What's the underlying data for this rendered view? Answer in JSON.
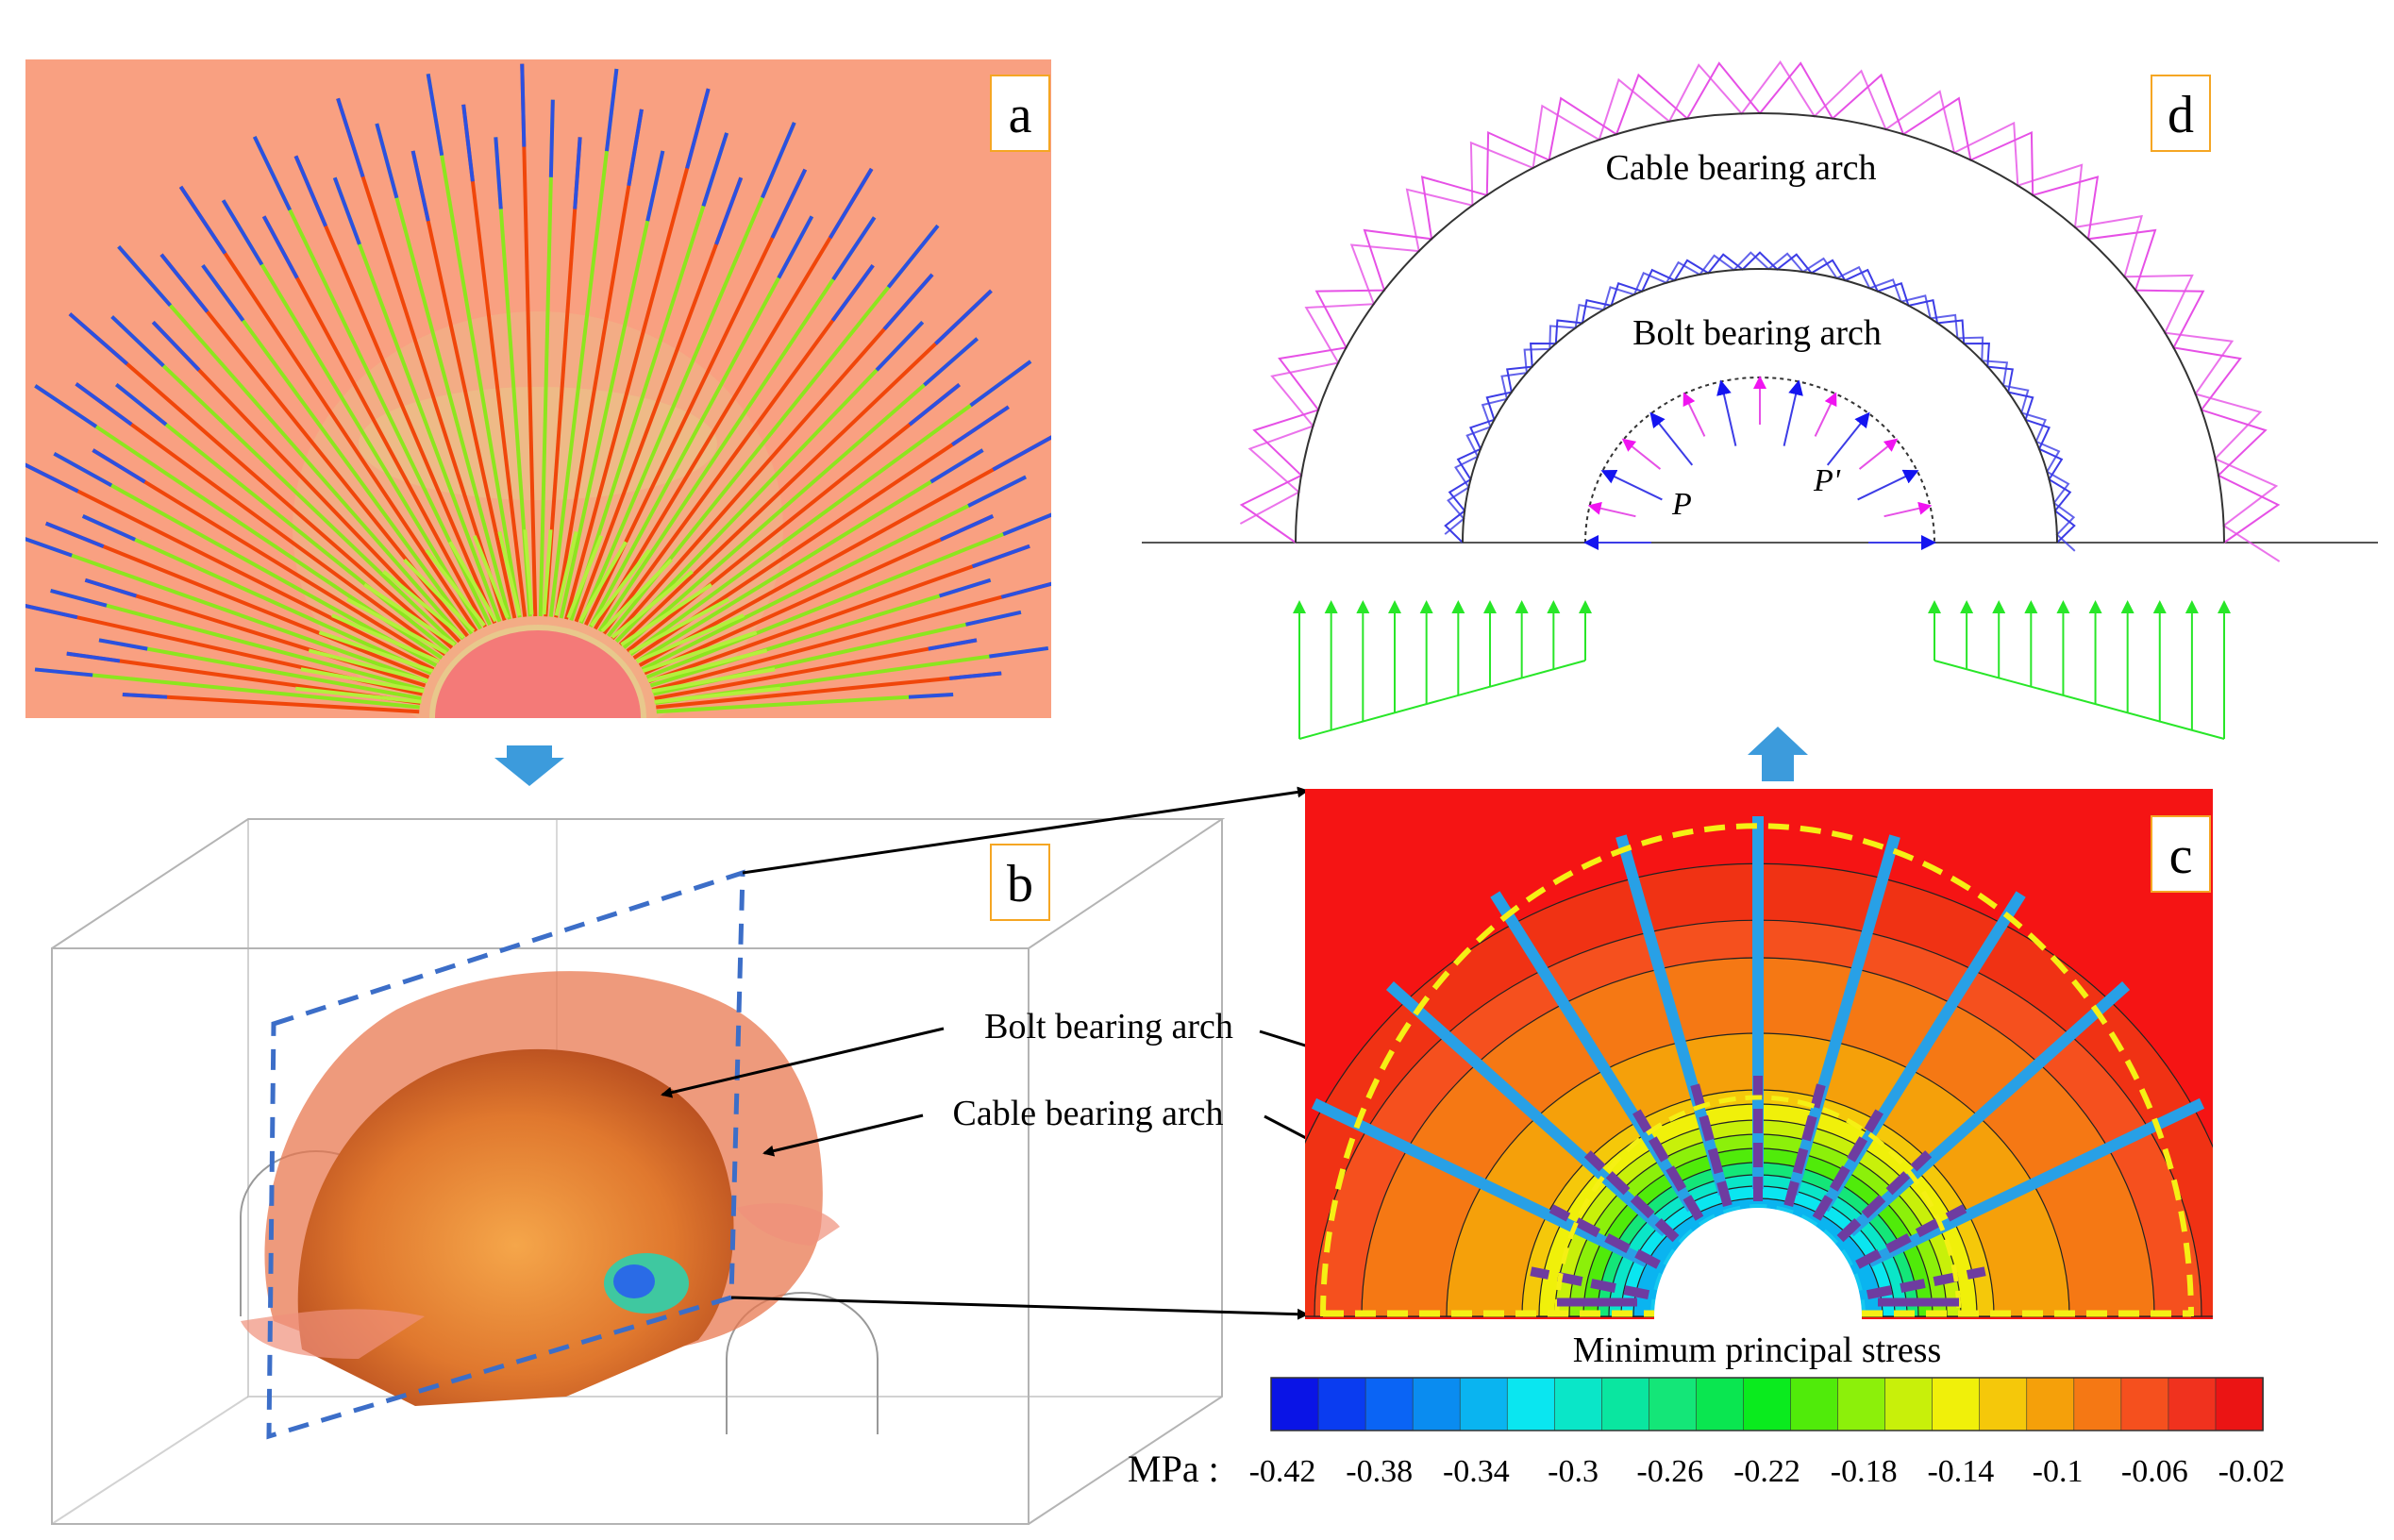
{
  "panels": {
    "a": {
      "label": "a"
    },
    "b": {
      "label": "b",
      "annotations": [
        "Bolt bearing arch",
        "Cable bearing arch"
      ]
    },
    "c": {
      "label": "c"
    },
    "d": {
      "label": "d",
      "cable_arch_label": "Cable bearing arch",
      "bolt_arch_label": "Bolt bearing arch",
      "p_label": "P",
      "p_prime_label": "P'"
    }
  },
  "legend": {
    "title": "Minimum principal stress",
    "unit": "MPa :",
    "ticks": [
      "-0.42",
      "-0.38",
      "-0.34",
      "-0.3",
      "-0.26",
      "-0.22",
      "-0.18",
      "-0.14",
      "-0.1",
      "-0.06",
      "-0.02"
    ],
    "colors": [
      "#0a14e6",
      "#0a3cf0",
      "#0a64f5",
      "#0a8cf0",
      "#0ab4f0",
      "#0ae6f0",
      "#0ae6c8",
      "#0ae6a0",
      "#14e678",
      "#0ae650",
      "#0aeb1e",
      "#50eb0a",
      "#8cf00a",
      "#c8f00a",
      "#f0f00a",
      "#f5c80a",
      "#f5a00a",
      "#f57814",
      "#f5501e",
      "#f0321e",
      "#eb1414"
    ]
  },
  "colors": {
    "label_box_border": "#f5a623",
    "arrow_blue": "#3c9bdc",
    "cable_pink": "#e650e6",
    "bolt_blue": "#3c3ce6",
    "green_load": "#28e628"
  }
}
